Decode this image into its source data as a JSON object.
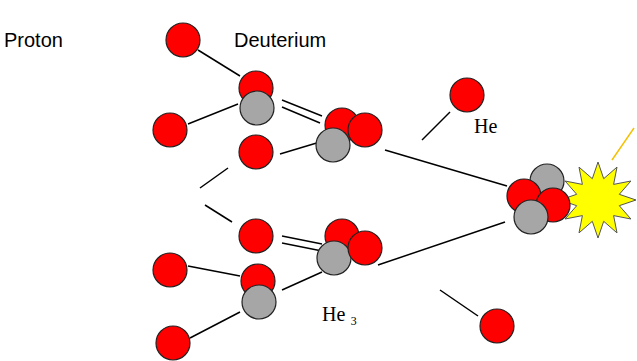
{
  "diagram": {
    "labels": [
      "Proton",
      "Deuterium",
      "He",
      "He ₃"
    ]
  }
}
